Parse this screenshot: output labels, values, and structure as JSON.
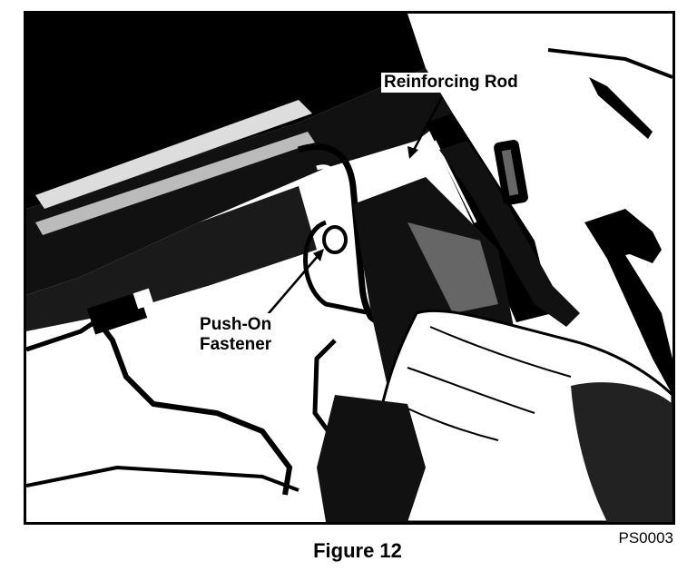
{
  "figure": {
    "callouts": {
      "reinforcing_rod": "Reinforcing Rod",
      "push_on_fastener_line1": "Push-On",
      "push_on_fastener_line2": "Fastener"
    },
    "caption": "Figure 12",
    "reference_code": "PS0003"
  }
}
